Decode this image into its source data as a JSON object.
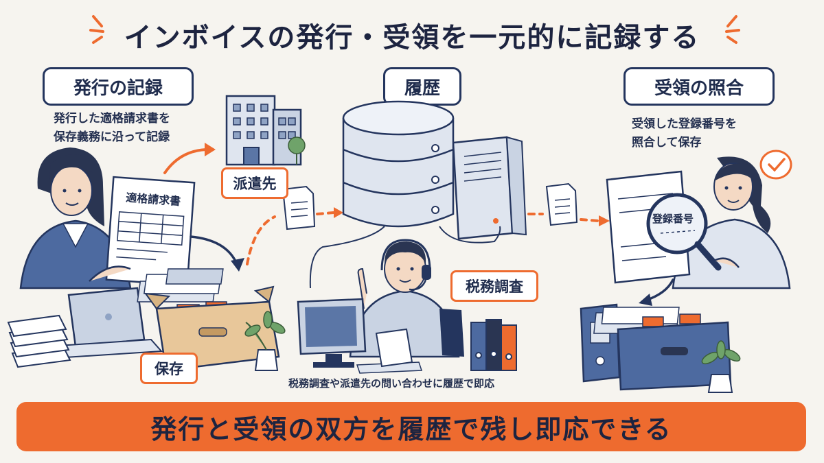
{
  "title": "インボイスの発行・受領を一元的に記録する",
  "sections": {
    "issue": {
      "label": "発行の記録",
      "desc_line1": "発行した適格請求書を",
      "desc_line2": "保存義務に沿って記録",
      "document_title": "適格請求書"
    },
    "history": {
      "label": "履歴"
    },
    "receive": {
      "label": "受領の照合",
      "desc_line1": "受領した登録番号を",
      "desc_line2": "照合して保存",
      "magnifier_text": "登録番号"
    }
  },
  "tags": {
    "destination": "派遣先",
    "storage": "保存",
    "tax_audit": "税務調査"
  },
  "caption": "税務調査や派遣先の問い合わせに履歴で即応",
  "banner": "発行と受領の双方を履歴で残し即応できる",
  "colors": {
    "accent": "#ee6b2f",
    "navy": "#24355e",
    "background": "#f6f4ef"
  }
}
